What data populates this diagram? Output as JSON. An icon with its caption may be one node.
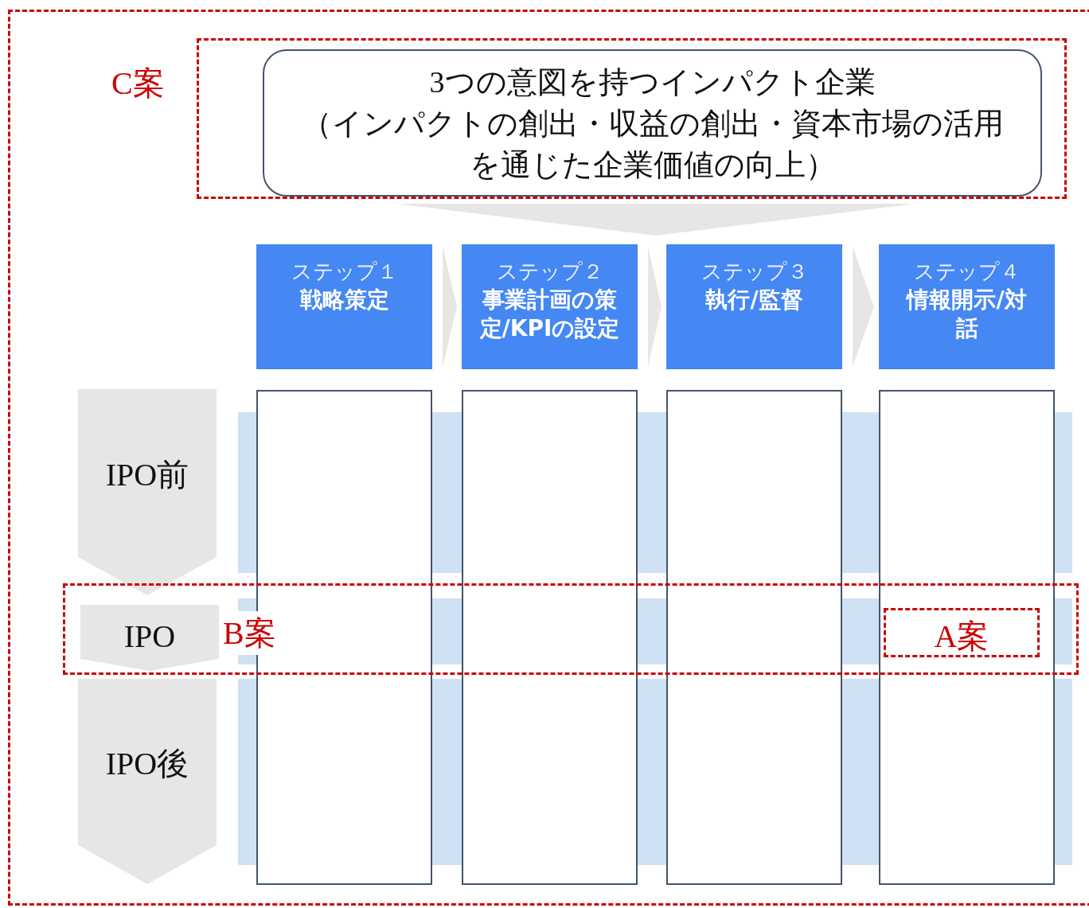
{
  "diagram": {
    "nodes": [
      {
        "text": [
          "C案"
        ]
      },
      {
        "text": [
          "3つの意図を持つインパクト企業",
          "（インパクトの創出・収益の創出・資本市場の活用を通じた企業価値の向上）"
        ],
        "in": 0
      },
      {
        "text": [
          "ステップ１",
          "戦略策定"
        ]
      },
      {
        "text": [
          "ステップ２",
          "事業計画の策定/KPIの設定"
        ]
      },
      {
        "text": [
          "ステップ３",
          "執行/監督"
        ]
      },
      {
        "text": [
          "ステップ４",
          "情報開示/対話"
        ]
      },
      {
        "text": [
          "B案"
        ]
      },
      {
        "text": [
          "IPO前"
        ]
      },
      {
        "text": [
          "IPO"
        ],
        "in": 6
      },
      {
        "text": [
          "IPO後"
        ]
      },
      {
        "text": [
          "A案"
        ]
      },
      {
        "text": [],
        "shape": "box"
      },
      {
        "text": [],
        "shape": "box"
      },
      {
        "text": [],
        "shape": "box"
      },
      {
        "text": [],
        "shape": "box"
      },
      {
        "text": [],
        "shape": "triangle"
      }
    ],
    "edges": [
      {
        "from": 2,
        "to": 3,
        "arrow": "to"
      },
      {
        "from": 3,
        "to": 4,
        "arrow": "to"
      },
      {
        "from": 4,
        "to": 5,
        "arrow": "to"
      }
    ]
  }
}
